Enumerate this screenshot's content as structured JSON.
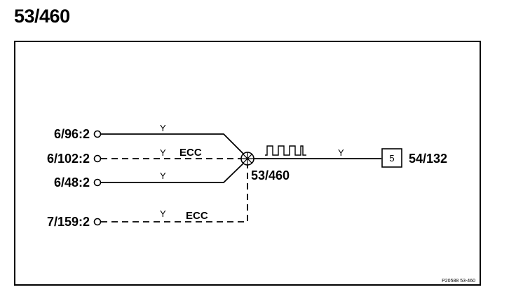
{
  "title": "53/460",
  "connectors": {
    "c1": "6/96:2",
    "c2": "6/102:2",
    "c3": "6/48:2",
    "c4": "7/159:2"
  },
  "wire_labels": {
    "w1_color": "Y",
    "w2_color": "Y",
    "w2_ecc": "ECC",
    "w3_color": "Y",
    "w4_color": "Y",
    "w4_ecc": "ECC",
    "out_color": "Y"
  },
  "splice_label": "53/460",
  "target": {
    "pin": "5",
    "label": "54/132"
  },
  "figure_ref": "P20588 53-460"
}
